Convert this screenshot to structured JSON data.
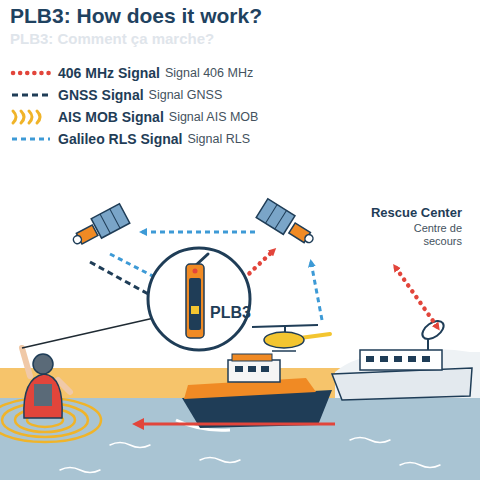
{
  "diagram": {
    "title": "PLB3: How does it work?",
    "nodes": [
      {
        "text": [
          "PLB3"
        ]
      }
    ],
    "labels": [
      "PLB3: Comment ça marche?",
      "Signal 406 MHz",
      "Signal GNSS",
      "Signal AIS MOB",
      "Signal RLS",
      "Rescue Center",
      "Centre de secours"
    ],
    "legend": [
      {
        "text": "406 MHz Signal"
      },
      {
        "text": "GNSS Signal"
      },
      {
        "text": "AIS MOB Signal"
      },
      {
        "text": "Galileo RLS Signal"
      }
    ]
  }
}
